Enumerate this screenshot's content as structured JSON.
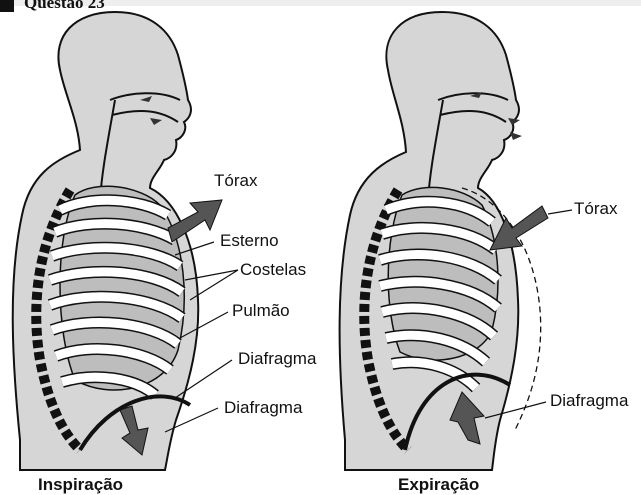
{
  "header": {
    "question_title": "Questão 23"
  },
  "inspiration": {
    "caption": "Inspiração",
    "labels": {
      "torax": "Tórax",
      "esterno": "Esterno",
      "costelas": "Costelas",
      "pulmao": "Pulmão",
      "diafragma_1": "Diafragma",
      "diafragma_2": "Diafragma"
    }
  },
  "expiration": {
    "caption": "Expiração",
    "labels": {
      "torax": "Tórax",
      "diafragma": "Diafragma"
    }
  },
  "colors": {
    "body_fill": "#d6d6d6",
    "lung_fill": "#bdbdbd",
    "rib_fill": "#ffffff",
    "arrow_fill": "#555555",
    "outline": "#111111"
  }
}
